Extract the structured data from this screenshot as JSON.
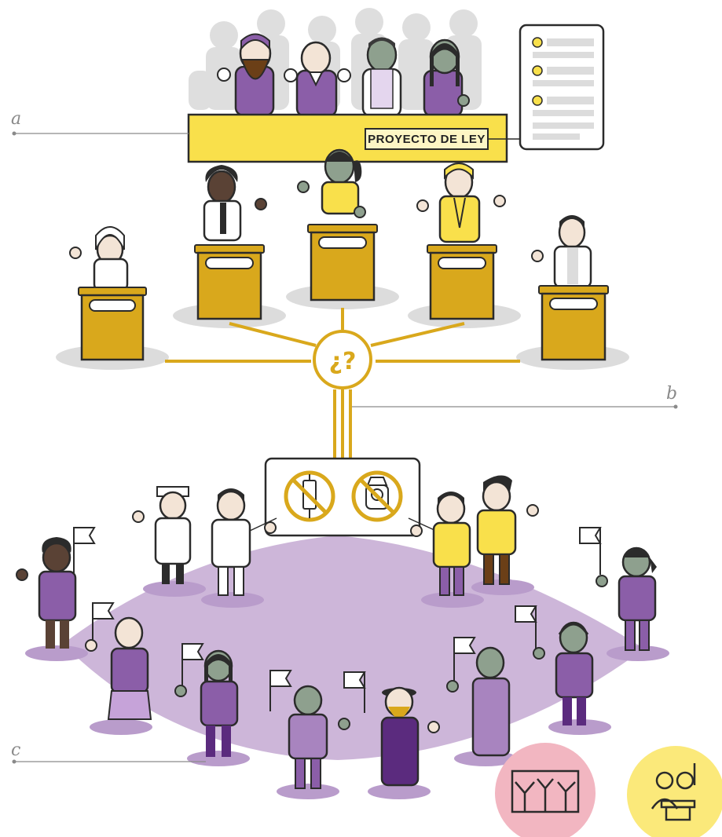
{
  "labels": {
    "a": "a",
    "b": "b",
    "c": "c"
  },
  "bill_label": "PROYECTO DE LEY",
  "question_symbol": "¿?",
  "icons": {
    "syringe": "no-euthanasia-syringe-icon",
    "skull": "no-poison-skull-icon",
    "forest": "forest-icon",
    "lecturer": "speaker-podium-icon"
  },
  "colors": {
    "gold": "#d9a81c",
    "yellow": "#f9e04b",
    "purple": "#8b5ea8",
    "lilac": "#cdb6d9",
    "gray": "#d8d8d8",
    "pink": "#f2b6c1",
    "pale_yellow": "#fbe97a"
  }
}
